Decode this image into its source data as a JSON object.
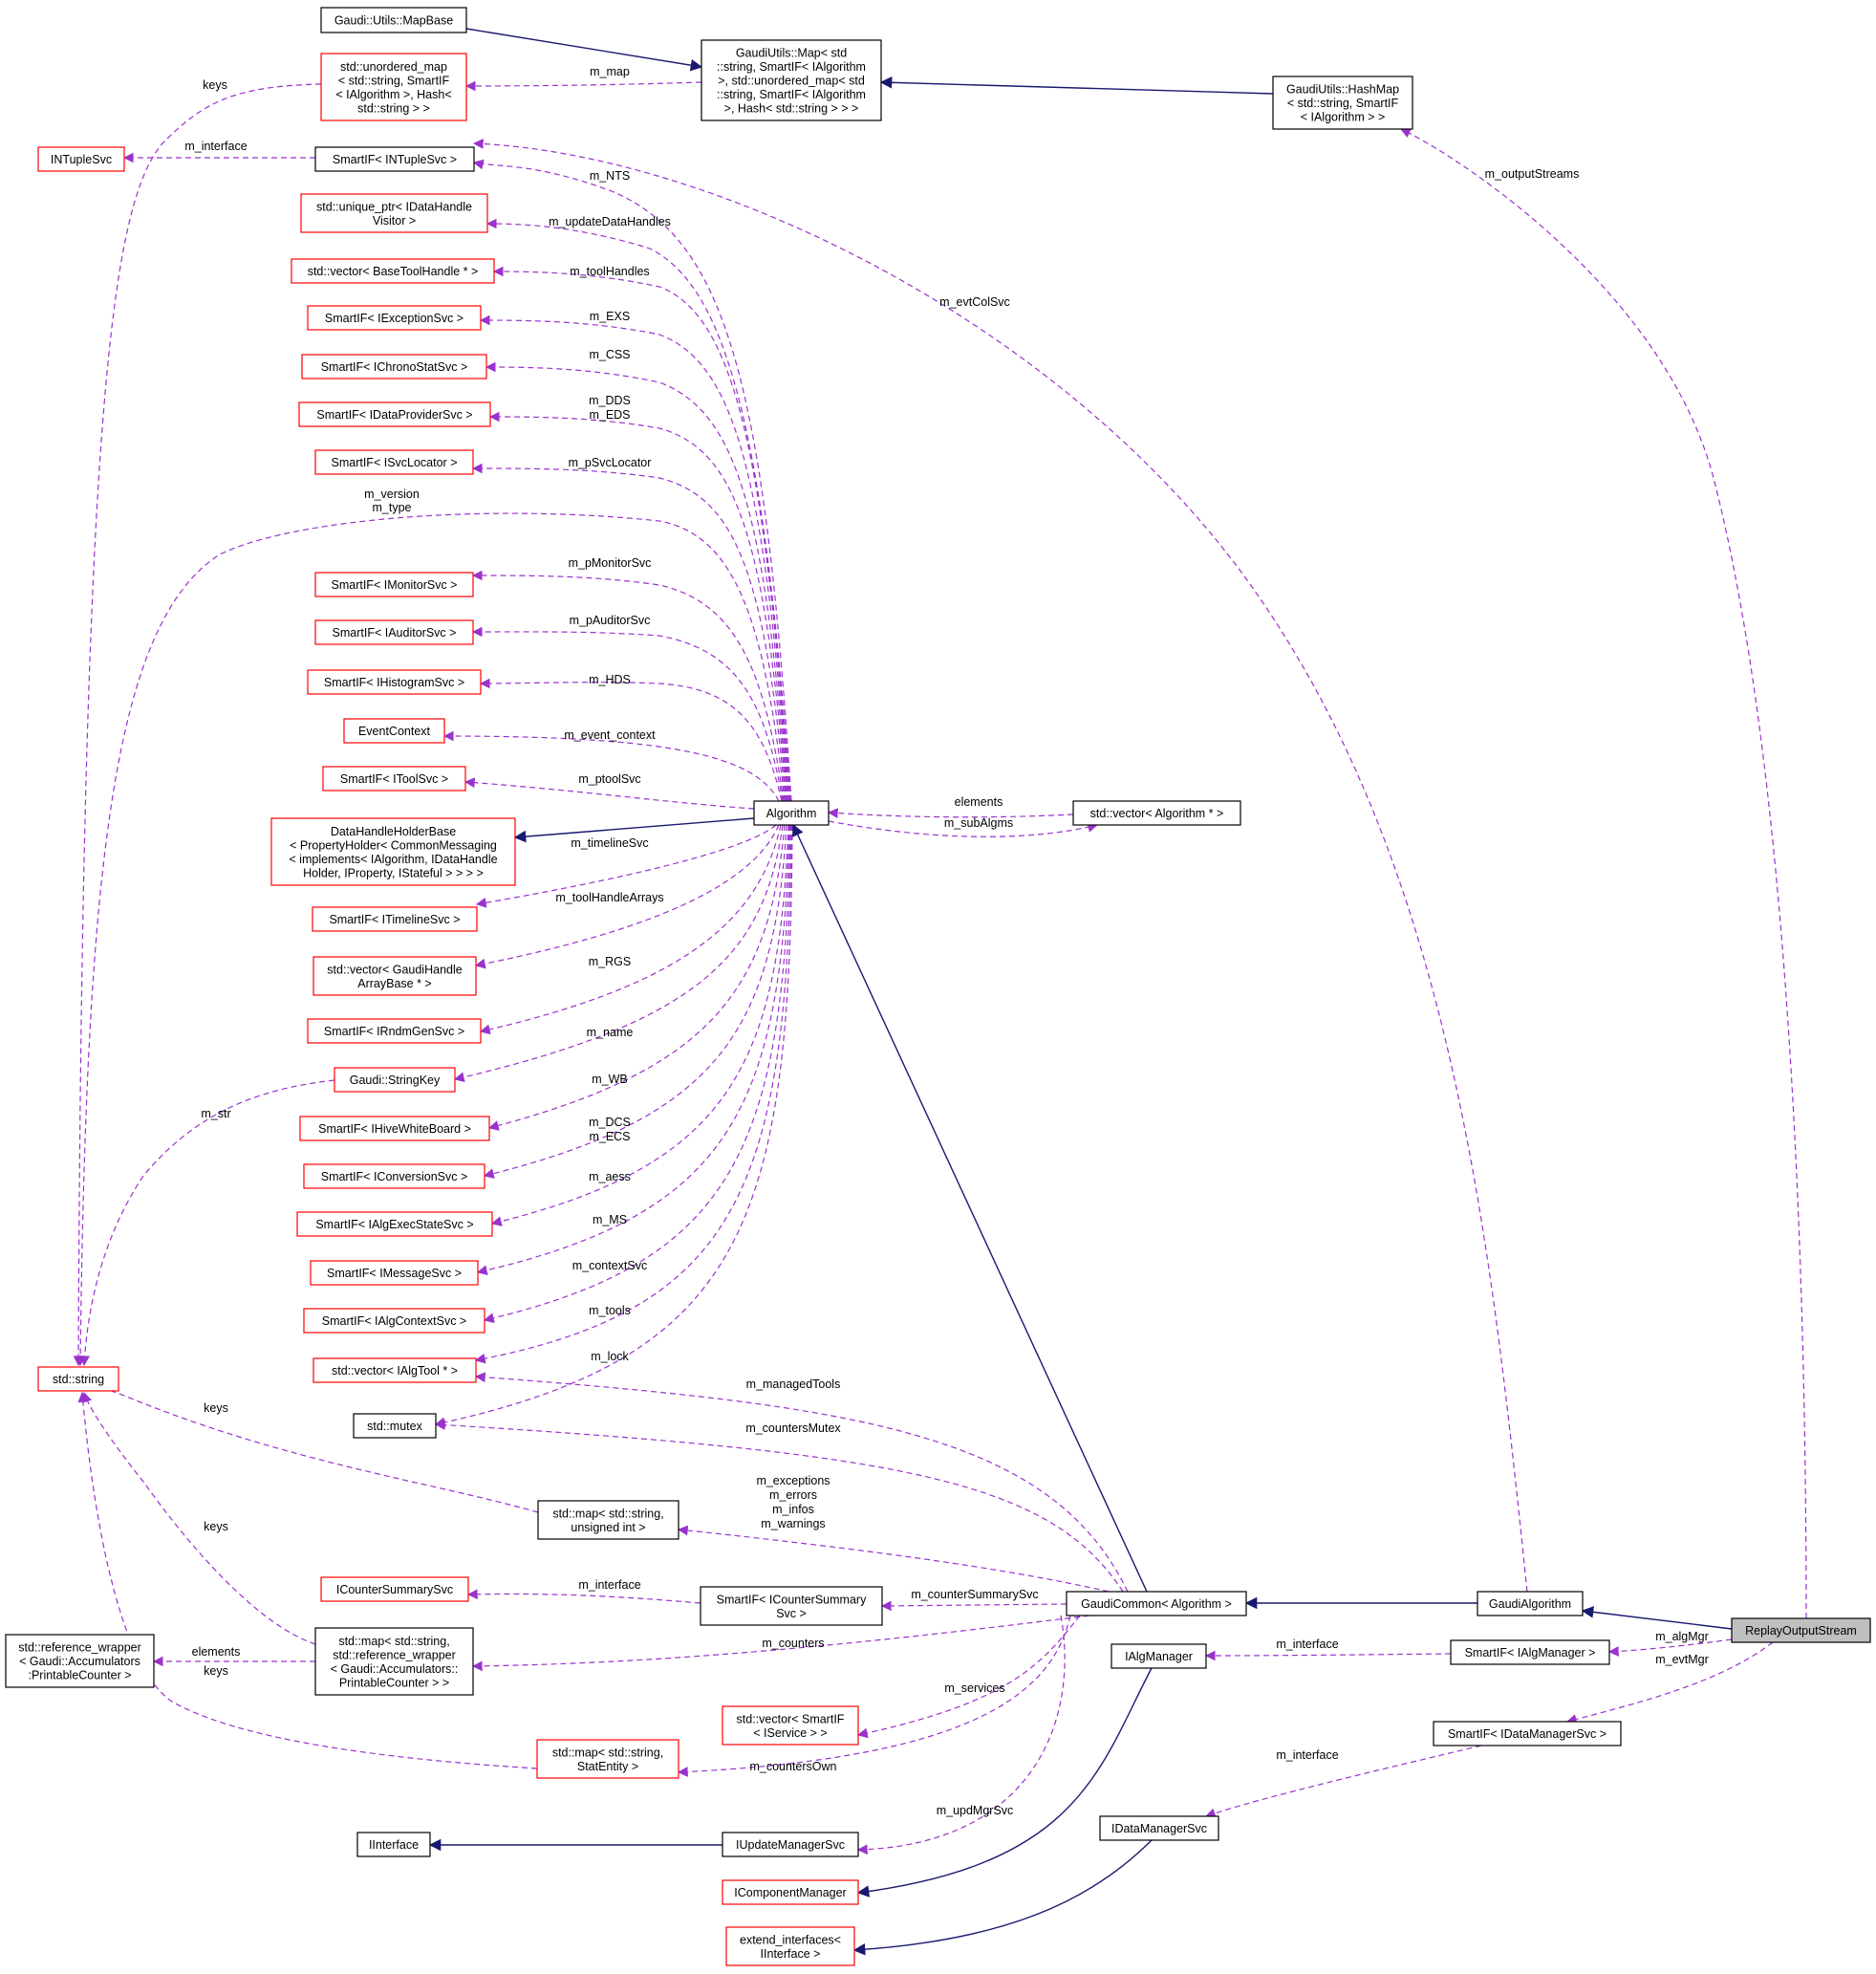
{
  "colors": {
    "inherit_edge": "#191970",
    "use_edge": "#9a32cd",
    "doc_border": "#000000",
    "undoc_border": "#ff0000",
    "focus_fill": "#bfbfbf"
  },
  "nodes": [
    {
      "id": "mapbase",
      "lines": [
        "Gaudi::Utils::MapBase"
      ],
      "style": "doc"
    },
    {
      "id": "umap",
      "lines": [
        "std::unordered_map",
        "< std::string, SmartIF",
        "< IAlgorithm >, Hash<",
        "std::string > >"
      ],
      "style": "undoc"
    },
    {
      "id": "gmap",
      "lines": [
        "GaudiUtils::Map< std",
        "::string, SmartIF< IAlgorithm",
        ">, std::unordered_map< std",
        "::string, SmartIF< IAlgorithm",
        ">, Hash< std::string > > >"
      ],
      "style": "doc"
    },
    {
      "id": "hashmap",
      "lines": [
        "GaudiUtils::HashMap",
        "< std::string, SmartIF",
        "< IAlgorithm > >"
      ],
      "style": "doc"
    },
    {
      "id": "ntuplesvc",
      "lines": [
        "INTupleSvc"
      ],
      "style": "undoc"
    },
    {
      "id": "sp_nts",
      "lines": [
        "SmartIF< INTupleSvc >"
      ],
      "style": "doc"
    },
    {
      "id": "uptr",
      "lines": [
        "std::unique_ptr< IDataHandle",
        "Visitor >"
      ],
      "style": "undoc"
    },
    {
      "id": "vec_btool",
      "lines": [
        "std::vector< BaseToolHandle * >"
      ],
      "style": "undoc"
    },
    {
      "id": "sp_exs",
      "lines": [
        "SmartIF< IExceptionSvc >"
      ],
      "style": "undoc"
    },
    {
      "id": "sp_css",
      "lines": [
        "SmartIF< IChronoStatSvc >"
      ],
      "style": "undoc"
    },
    {
      "id": "sp_dps",
      "lines": [
        "SmartIF< IDataProviderSvc >"
      ],
      "style": "undoc"
    },
    {
      "id": "sp_svcloc",
      "lines": [
        "SmartIF< ISvcLocator >"
      ],
      "style": "undoc"
    },
    {
      "id": "sp_mon",
      "lines": [
        "SmartIF< IMonitorSvc >"
      ],
      "style": "undoc"
    },
    {
      "id": "sp_aud",
      "lines": [
        "SmartIF< IAuditorSvc >"
      ],
      "style": "undoc"
    },
    {
      "id": "sp_hist",
      "lines": [
        "SmartIF< IHistogramSvc >"
      ],
      "style": "undoc"
    },
    {
      "id": "evctx",
      "lines": [
        "EventContext"
      ],
      "style": "undoc"
    },
    {
      "id": "sp_tool",
      "lines": [
        "SmartIF< IToolSvc >"
      ],
      "style": "undoc"
    },
    {
      "id": "dhhb",
      "lines": [
        "DataHandleHolderBase",
        "< PropertyHolder< CommonMessaging",
        "< implements< IAlgorithm, IDataHandle",
        "Holder, IProperty, IStateful > > > >"
      ],
      "style": "undoc"
    },
    {
      "id": "sp_tl",
      "lines": [
        "SmartIF< ITimelineSvc >"
      ],
      "style": "undoc"
    },
    {
      "id": "vec_gha",
      "lines": [
        "std::vector< GaudiHandle",
        "ArrayBase * >"
      ],
      "style": "undoc"
    },
    {
      "id": "sp_rndm",
      "lines": [
        "SmartIF< IRndmGenSvc >"
      ],
      "style": "undoc"
    },
    {
      "id": "strkey",
      "lines": [
        "Gaudi::StringKey"
      ],
      "style": "undoc"
    },
    {
      "id": "sp_hwb",
      "lines": [
        "SmartIF< IHiveWhiteBoard >"
      ],
      "style": "undoc"
    },
    {
      "id": "sp_conv",
      "lines": [
        "SmartIF< IConversionSvc >"
      ],
      "style": "undoc"
    },
    {
      "id": "sp_aess",
      "lines": [
        "SmartIF< IAlgExecStateSvc >"
      ],
      "style": "undoc"
    },
    {
      "id": "sp_msg",
      "lines": [
        "SmartIF< IMessageSvc >"
      ],
      "style": "undoc"
    },
    {
      "id": "sp_actx",
      "lines": [
        "SmartIF< IAlgContextSvc >"
      ],
      "style": "undoc"
    },
    {
      "id": "vec_atool",
      "lines": [
        "std::vector< IAlgTool * >"
      ],
      "style": "undoc"
    },
    {
      "id": "mutex",
      "lines": [
        "std::mutex"
      ],
      "style": "doc"
    },
    {
      "id": "stdstring",
      "lines": [
        "std::string"
      ],
      "style": "undoc"
    },
    {
      "id": "algorithm",
      "lines": [
        "Algorithm"
      ],
      "style": "doc"
    },
    {
      "id": "vec_alg",
      "lines": [
        "std::vector< Algorithm * >"
      ],
      "style": "doc"
    },
    {
      "id": "map_uint",
      "lines": [
        "std::map< std::string,",
        "unsigned int >"
      ],
      "style": "doc"
    },
    {
      "id": "csummary",
      "lines": [
        "ICounterSummarySvc"
      ],
      "style": "undoc"
    },
    {
      "id": "sp_csum",
      "lines": [
        "SmartIF< ICounterSummary",
        "Svc >"
      ],
      "style": "doc"
    },
    {
      "id": "refwrap",
      "lines": [
        "std::reference_wrapper",
        "< Gaudi::Accumulators",
        ":PrintableCounter >"
      ],
      "style": "doc"
    },
    {
      "id": "map_ref",
      "lines": [
        "std::map< std::string,",
        "std::reference_wrapper",
        "< Gaudi::Accumulators::",
        "PrintableCounter > >"
      ],
      "style": "doc"
    },
    {
      "id": "gcommon",
      "lines": [
        "GaudiCommon< Algorithm >"
      ],
      "style": "doc"
    },
    {
      "id": "galgorithm",
      "lines": [
        "GaudiAlgorithm"
      ],
      "style": "doc"
    },
    {
      "id": "replay",
      "lines": [
        "ReplayOutputStream"
      ],
      "style": "focus"
    },
    {
      "id": "ialgmgr",
      "lines": [
        "IAlgManager"
      ],
      "style": "doc"
    },
    {
      "id": "sp_algmgr",
      "lines": [
        "SmartIF< IAlgManager >"
      ],
      "style": "doc"
    },
    {
      "id": "vec_isvc",
      "lines": [
        "std::vector< SmartIF",
        "< IService > >"
      ],
      "style": "undoc"
    },
    {
      "id": "sp_dms",
      "lines": [
        "SmartIF< IDataManagerSvc >"
      ],
      "style": "doc"
    },
    {
      "id": "map_stat",
      "lines": [
        "std::map< std::string,",
        "StatEntity >"
      ],
      "style": "undoc"
    },
    {
      "id": "idms",
      "lines": [
        "IDataManagerSvc"
      ],
      "style": "doc"
    },
    {
      "id": "iinterface",
      "lines": [
        "IInterface"
      ],
      "style": "doc"
    },
    {
      "id": "iupd",
      "lines": [
        "IUpdateManagerSvc"
      ],
      "style": "doc"
    },
    {
      "id": "icomp",
      "lines": [
        "IComponentManager"
      ],
      "style": "undoc"
    },
    {
      "id": "extif",
      "lines": [
        "extend_interfaces<",
        "IInterface >"
      ],
      "style": "undoc"
    }
  ],
  "edges": [
    {
      "id": "e_mapbase",
      "kind": "inherit",
      "label": []
    },
    {
      "id": "e_gmap",
      "kind": "inherit",
      "label": []
    },
    {
      "id": "e_umap",
      "kind": "use",
      "label": [
        "m_map"
      ]
    },
    {
      "id": "e_umap_keys",
      "kind": "use",
      "label": [
        "keys"
      ]
    },
    {
      "id": "e_ntuple",
      "kind": "use",
      "label": [
        "m_interface"
      ]
    },
    {
      "id": "e_outstreams",
      "kind": "use",
      "label": [
        "m_outputStreams"
      ]
    },
    {
      "id": "e_evtcolsvc",
      "kind": "use",
      "label": [
        "m_evtColSvc"
      ]
    },
    {
      "id": "e_nts",
      "kind": "use",
      "label": [
        "m_NTS"
      ]
    },
    {
      "id": "e_udh",
      "kind": "use",
      "label": [
        "m_updateDataHandles"
      ]
    },
    {
      "id": "e_th",
      "kind": "use",
      "label": [
        "m_toolHandles"
      ]
    },
    {
      "id": "e_exs",
      "kind": "use",
      "label": [
        "m_EXS"
      ]
    },
    {
      "id": "e_css",
      "kind": "use",
      "label": [
        "m_CSS"
      ]
    },
    {
      "id": "e_dds",
      "kind": "use",
      "label": [
        "m_DDS",
        "m_EDS"
      ]
    },
    {
      "id": "e_psl",
      "kind": "use",
      "label": [
        "m_pSvcLocator"
      ]
    },
    {
      "id": "e_vt",
      "kind": "use",
      "label": [
        "m_version",
        "m_type"
      ]
    },
    {
      "id": "e_pmon",
      "kind": "use",
      "label": [
        "m_pMonitorSvc"
      ]
    },
    {
      "id": "e_paud",
      "kind": "use",
      "label": [
        "m_pAuditorSvc"
      ]
    },
    {
      "id": "e_hds",
      "kind": "use",
      "label": [
        "m_HDS"
      ]
    },
    {
      "id": "e_evc",
      "kind": "use",
      "label": [
        "m_event_context"
      ]
    },
    {
      "id": "e_pts",
      "kind": "use",
      "label": [
        "m_ptoolSvc"
      ]
    },
    {
      "id": "e_dhhb",
      "kind": "inherit",
      "label": []
    },
    {
      "id": "e_tls",
      "kind": "use",
      "label": [
        "m_timelineSvc"
      ]
    },
    {
      "id": "e_tha",
      "kind": "use",
      "label": [
        "m_toolHandleArrays"
      ]
    },
    {
      "id": "e_rgs",
      "kind": "use",
      "label": [
        "m_RGS"
      ]
    },
    {
      "id": "e_name",
      "kind": "use",
      "label": [
        "m_name"
      ]
    },
    {
      "id": "e_str",
      "kind": "use",
      "label": [
        "m_str"
      ]
    },
    {
      "id": "e_wb",
      "kind": "use",
      "label": [
        "m_WB"
      ]
    },
    {
      "id": "e_dcs",
      "kind": "use",
      "label": [
        "m_DCS",
        "m_ECS"
      ]
    },
    {
      "id": "e_aess",
      "kind": "use",
      "label": [
        "m_aess"
      ]
    },
    {
      "id": "e_ms",
      "kind": "use",
      "label": [
        "m_MS"
      ]
    },
    {
      "id": "e_ctx",
      "kind": "use",
      "label": [
        "m_contextSvc"
      ]
    },
    {
      "id": "e_tools",
      "kind": "use",
      "label": [
        "m_tools"
      ]
    },
    {
      "id": "e_lock",
      "kind": "use",
      "label": [
        "m_lock"
      ]
    },
    {
      "id": "e_elements",
      "kind": "use",
      "label": [
        "elements"
      ]
    },
    {
      "id": "e_subalgms",
      "kind": "use",
      "label": [
        "m_subAlgms"
      ]
    },
    {
      "id": "e_alg_inh",
      "kind": "inherit",
      "label": []
    },
    {
      "id": "e_mtools",
      "kind": "use",
      "label": [
        "m_managedTools"
      ]
    },
    {
      "id": "e_cmutex",
      "kind": "use",
      "label": [
        "m_countersMutex"
      ]
    },
    {
      "id": "e_mapuint_keys",
      "kind": "use",
      "label": [
        "keys"
      ]
    },
    {
      "id": "e_exc",
      "kind": "use",
      "label": [
        "m_exceptions",
        "m_errors",
        "m_infos",
        "m_warnings"
      ]
    },
    {
      "id": "e_cs_iface",
      "kind": "use",
      "label": [
        "m_interface"
      ]
    },
    {
      "id": "e_csumsvc",
      "kind": "use",
      "label": [
        "m_counterSummarySvc"
      ]
    },
    {
      "id": "e_mapref_keys",
      "kind": "use",
      "label": [
        "keys"
      ]
    },
    {
      "id": "e_mapref_el",
      "kind": "use",
      "label": [
        "elements"
      ]
    },
    {
      "id": "e_counters",
      "kind": "use",
      "label": [
        "m_counters"
      ]
    },
    {
      "id": "e_mapstat_keys",
      "kind": "use",
      "label": [
        "keys"
      ]
    },
    {
      "id": "e_services",
      "kind": "use",
      "label": [
        "m_services"
      ]
    },
    {
      "id": "e_cown",
      "kind": "use",
      "label": [
        "m_countersOwn"
      ]
    },
    {
      "id": "e_updmgr",
      "kind": "use",
      "label": [
        "m_updMgrSvc"
      ]
    },
    {
      "id": "e_gc_inh",
      "kind": "inherit",
      "label": []
    },
    {
      "id": "e_ga_inh",
      "kind": "inherit",
      "label": []
    },
    {
      "id": "e_algmgr",
      "kind": "use",
      "label": [
        "m_algMgr"
      ]
    },
    {
      "id": "e_evtmgr",
      "kind": "use",
      "label": [
        "m_evtMgr"
      ]
    },
    {
      "id": "e_am_iface",
      "kind": "use",
      "label": [
        "m_interface"
      ]
    },
    {
      "id": "e_dms_iface",
      "kind": "use",
      "label": [
        "m_interface"
      ]
    },
    {
      "id": "e_iupd_inh",
      "kind": "inherit",
      "label": []
    },
    {
      "id": "e_icomp_inh",
      "kind": "inherit",
      "label": []
    },
    {
      "id": "e_extif_inh",
      "kind": "inherit",
      "label": []
    }
  ]
}
